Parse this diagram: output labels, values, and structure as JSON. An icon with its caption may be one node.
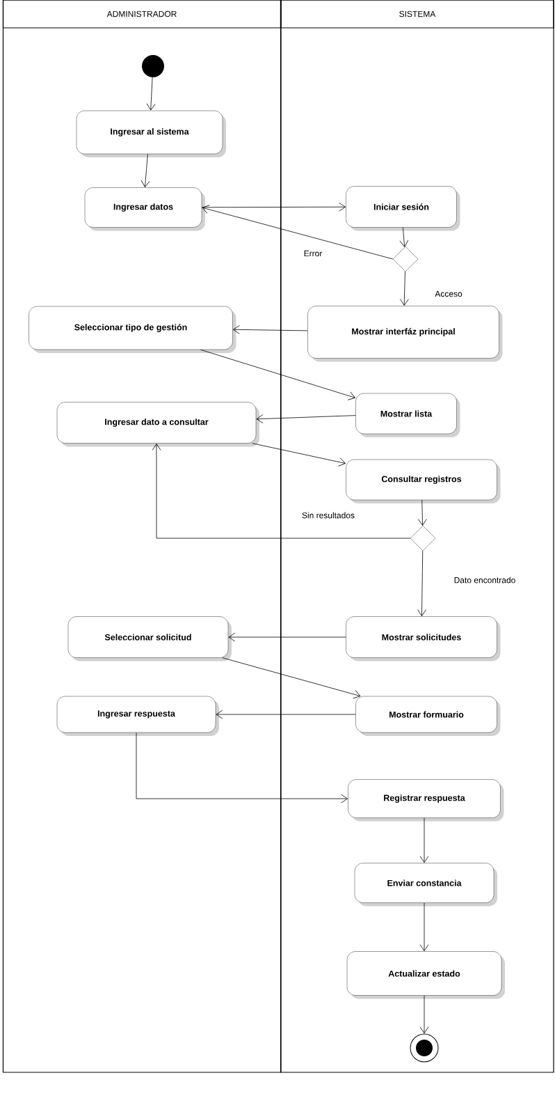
{
  "diagram": {
    "nodes": [
      {
        "text": [
          "ADMINISTRADOR"
        ]
      },
      {
        "text": [
          "SISTEMA"
        ]
      },
      {
        "text": [],
        "shape": "circle",
        "in": 0
      },
      {
        "text": [
          "Ingresar al sistema"
        ],
        "in": 0
      },
      {
        "text": [
          "Ingresar datos"
        ],
        "in": 0
      },
      {
        "text": [
          "Iniciar sesión"
        ],
        "in": 1
      },
      {
        "text": [],
        "shape": "diamond",
        "in": 1
      },
      {
        "text": [
          "Seleccionar tipo de gestión"
        ],
        "in": 0
      },
      {
        "text": [
          "Mostrar interfáz principal"
        ],
        "in": 1
      },
      {
        "text": [
          "Ingresar dato a consultar"
        ],
        "in": 0
      },
      {
        "text": [
          "Mostrar lista"
        ],
        "in": 1
      },
      {
        "text": [
          "Consultar registros"
        ],
        "in": 1
      },
      {
        "text": [],
        "shape": "diamond",
        "in": 1
      },
      {
        "text": [
          "Seleccionar solicitud"
        ],
        "in": 0
      },
      {
        "text": [
          "Mostrar solicitudes"
        ],
        "in": 1
      },
      {
        "text": [
          "Ingresar respuesta"
        ],
        "in": 0
      },
      {
        "text": [
          "Mostrar formuario"
        ],
        "in": 1
      },
      {
        "text": [
          "Registrar respuesta"
        ],
        "in": 1
      },
      {
        "text": [
          "Enviar constancia"
        ],
        "in": 1
      },
      {
        "text": [
          "Actualizar estado"
        ],
        "in": 1
      },
      {
        "text": [],
        "shape": "bullseye",
        "in": 1
      }
    ],
    "edges": [
      {
        "from": 2,
        "to": 3,
        "arrow": "to"
      },
      {
        "from": 3,
        "to": 4,
        "arrow": "to"
      },
      {
        "from": 4,
        "to": 5,
        "arrow": "to"
      },
      {
        "from": 5,
        "to": 6,
        "arrow": "to"
      },
      {
        "from": 6,
        "to": 4,
        "arrow": "to",
        "label": "Error"
      },
      {
        "from": 6,
        "to": 8,
        "arrow": "to",
        "label": "Acceso"
      },
      {
        "from": 8,
        "to": 7,
        "arrow": "to"
      },
      {
        "from": 7,
        "to": 10,
        "arrow": "to"
      },
      {
        "from": 10,
        "to": 9,
        "arrow": "to"
      },
      {
        "from": 9,
        "to": 11,
        "arrow": "to"
      },
      {
        "from": 11,
        "to": 12,
        "arrow": "to"
      },
      {
        "from": 12,
        "to": 9,
        "arrow": "to",
        "label": "Sin resultados"
      },
      {
        "from": 12,
        "to": 14,
        "arrow": "to",
        "label": "Dato encontrado"
      },
      {
        "from": 14,
        "to": 13,
        "arrow": "to"
      },
      {
        "from": 13,
        "to": 16,
        "arrow": "to"
      },
      {
        "from": 16,
        "to": 15,
        "arrow": "to"
      },
      {
        "from": 15,
        "to": 17,
        "arrow": "to"
      },
      {
        "from": 17,
        "to": 18,
        "arrow": "to"
      },
      {
        "from": 18,
        "to": 19,
        "arrow": "to"
      },
      {
        "from": 19,
        "to": 20,
        "arrow": "to"
      }
    ]
  }
}
